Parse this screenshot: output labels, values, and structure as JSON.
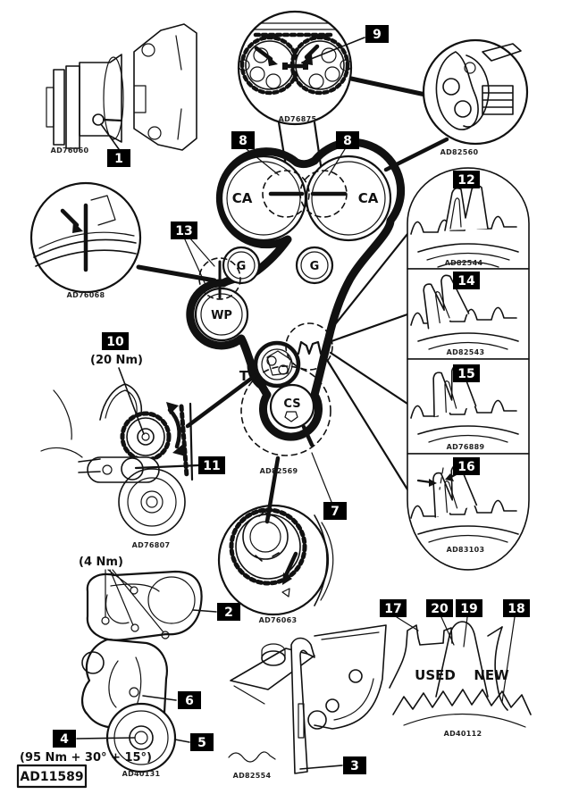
{
  "doc": {
    "figure_id": "AD11589"
  },
  "callouts": {
    "c1": "1",
    "c2": "2",
    "c3": "3",
    "c4": "4",
    "c5": "5",
    "c6": "6",
    "c7": "7",
    "c8": "8",
    "c9": "9",
    "c10": "10",
    "c11": "11",
    "c12": "12",
    "c13": "13",
    "c14": "14",
    "c15": "15",
    "c16": "16",
    "c17": "17",
    "c18": "18",
    "c19": "19",
    "c20": "20"
  },
  "codes": {
    "assembly": "AD76060",
    "cam_inset": "AD76875",
    "tool_inset": "AD82560",
    "mark_inset": "AD76068",
    "routing": "AD82569",
    "p12": "AD82544",
    "p14": "AD82543",
    "p15": "AD76889",
    "p16": "AD83103",
    "tensioner": "AD76807",
    "crank_inset": "AD76063",
    "crank_pulley": "AD40131",
    "bracket": "AD82554",
    "wear": "AD40112"
  },
  "pulleys": {
    "ca": "CA",
    "g": "G",
    "wp": "WP",
    "t": "T",
    "cs": "CS"
  },
  "torques": {
    "tensioner": "(20 Nm)",
    "cover": "(4 Nm)",
    "crank": "(95 Nm + 30° + 15°)"
  },
  "wear": {
    "used": "USED",
    "new": "NEW"
  },
  "colors": {
    "ink": "#111111",
    "callout_bg": "#000000",
    "callout_text": "#ffffff",
    "paper": "#ffffff"
  }
}
